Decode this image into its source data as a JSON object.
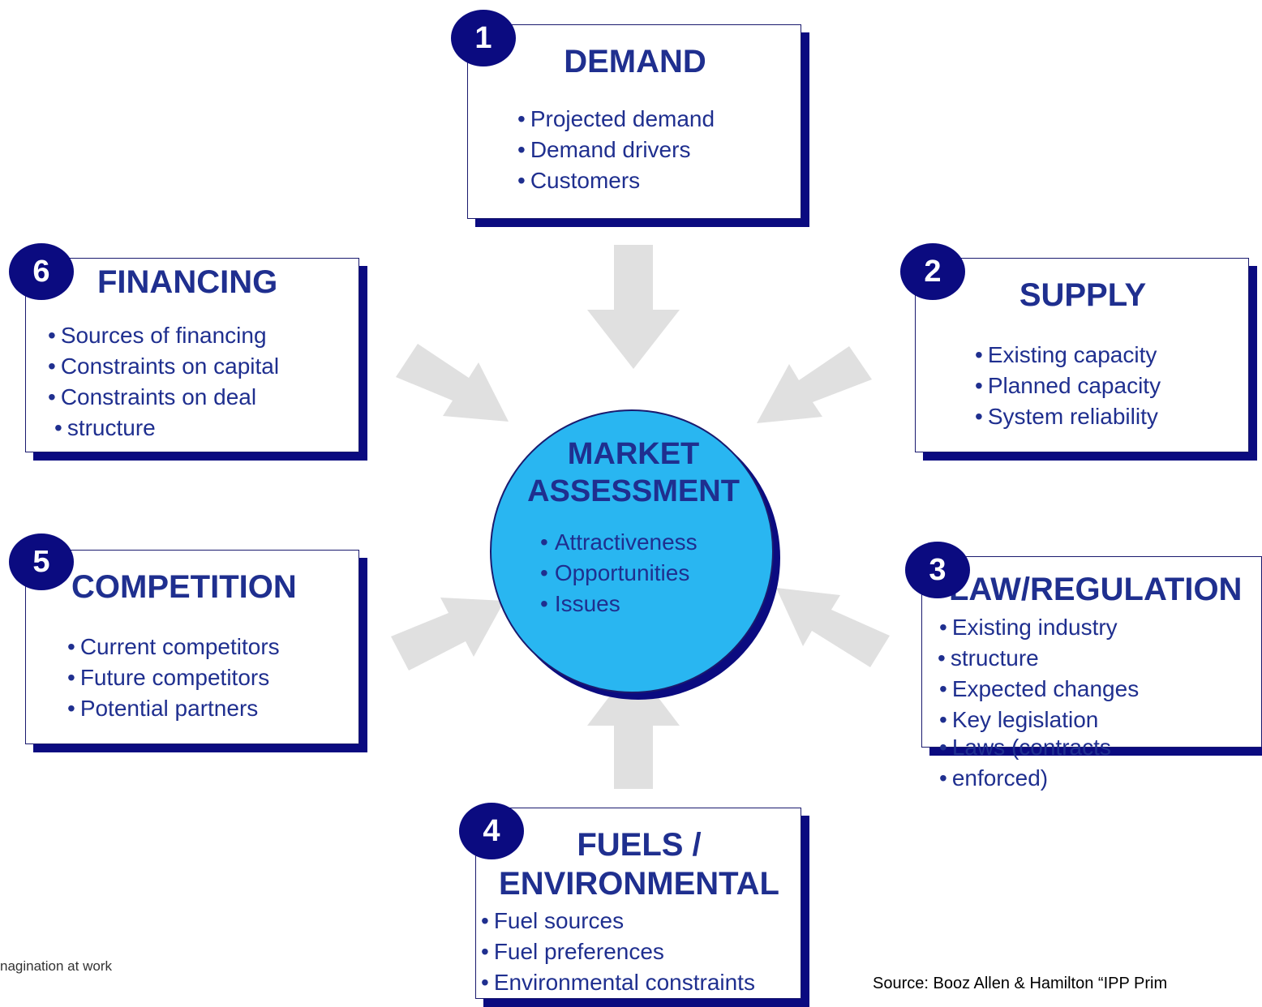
{
  "center": {
    "title_line1": "MARKET",
    "title_line2": "ASSESSMENT",
    "items": [
      "Attractiveness",
      "Opportunities",
      "Issues"
    ]
  },
  "factors": {
    "demand": {
      "number": "1",
      "title": "DEMAND",
      "items": [
        "Projected demand",
        "Demand drivers",
        "Customers"
      ]
    },
    "supply": {
      "number": "2",
      "title": "SUPPLY",
      "items": [
        "Existing capacity",
        "Planned capacity",
        "System reliability"
      ]
    },
    "law": {
      "number": "3",
      "title": "LAW/REGULATION",
      "items": [
        "Existing industry",
        "structure",
        "Expected changes",
        "Key legislation",
        "Laws (contracts",
        "enforced)"
      ]
    },
    "fuels": {
      "number": "4",
      "title_line1": "FUELS /",
      "title_line2": "ENVIRONMENTAL",
      "items": [
        "Fuel sources",
        "Fuel preferences",
        "Environmental constraints"
      ]
    },
    "competition": {
      "number": "5",
      "title": "COMPETITION",
      "items": [
        "Current competitors",
        "Future competitors",
        "Potential partners"
      ]
    },
    "financing": {
      "number": "6",
      "title": "FINANCING",
      "items": [
        "Sources of financing",
        "Constraints on capital",
        "Constraints on deal",
        "structure"
      ]
    }
  },
  "footer": {
    "tagline": "nagination at work",
    "source": "Source: Booz Allen & Hamilton “IPP Prim"
  },
  "colors": {
    "title_blue": "#1f2f8f",
    "shadow_navy": "#0b0b80",
    "circle_fill": "#29b6f1",
    "arrow_gray": "#e0e0e0"
  }
}
